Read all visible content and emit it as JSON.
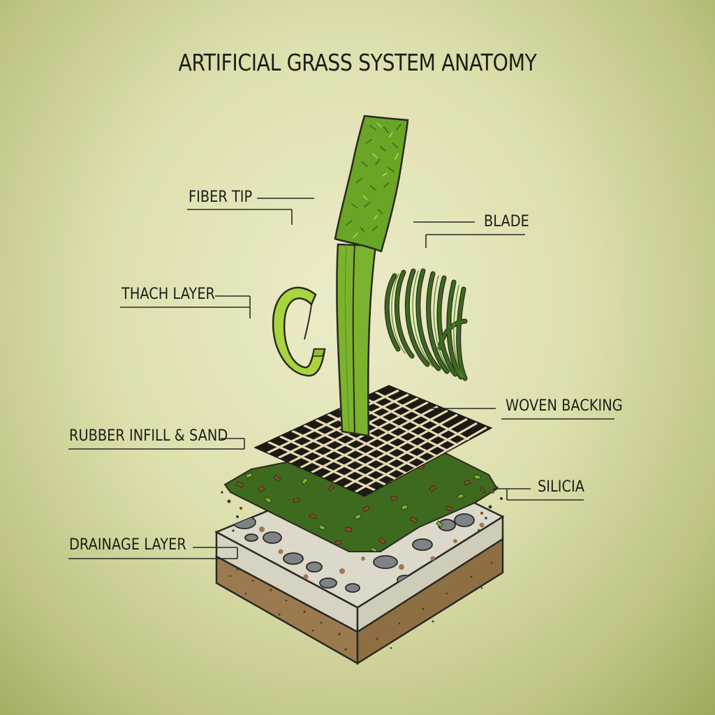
{
  "title": "ARTIFICIAL GRASS SYSTEM ANATOMY",
  "labels": {
    "fiber_tip": "FIBER TIP",
    "blade": "BLADE",
    "thach_layer": "THACH LAYER",
    "woven_backing": "WOVEN BACKING",
    "rubber_infill": "RUBBER INFILL & SAND",
    "silicia": "SILICIA",
    "drainage_layer": "DRAINAGE LAYER"
  },
  "colors": {
    "background": "#dedfae",
    "blade_green": "#7cb32e",
    "light_green": "#a8d43c",
    "dark_green": "#3d6a1e",
    "backing_dark": "#1c1a14",
    "backing_grid": "#e8d9b4",
    "soil": "#9a7a4e",
    "gravel": "#d8d5c6",
    "stones": "#7f8286",
    "infill_brown": "#8a4a26",
    "line": "#2a2a22"
  }
}
